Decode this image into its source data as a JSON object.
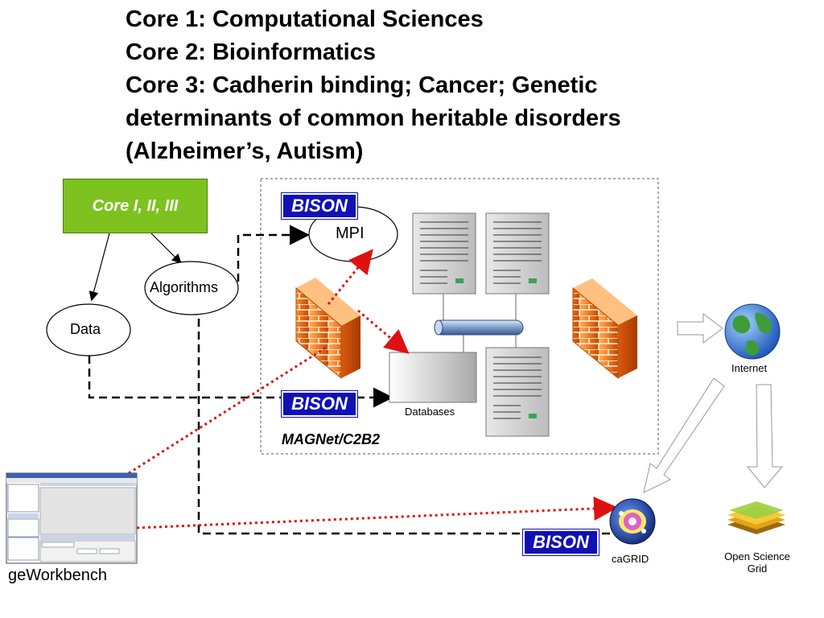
{
  "title_lines": [
    "Core 1: Computational Sciences",
    "Core 2: Bioinformatics",
    "Core 3: Cadherin binding; Cancer; Genetic",
    "determinants of common heritable disorders",
    "(Alzheimer’s, Autism)"
  ],
  "nodes": {
    "core": "Core I, II, III",
    "algorithms": "Algorithms",
    "data": "Data",
    "mpi": "MPI",
    "databases": "Databases",
    "magnet": "MAGNet/C2B2",
    "internet": "Internet",
    "cagrid": "caGRID",
    "osg_line1": "Open Science",
    "osg_line2": "Grid",
    "geworkbench": "geWorkbench"
  },
  "bison_labels": [
    "BISON",
    "BISON",
    "BISON"
  ],
  "colors": {
    "core_green": "#7dc21e",
    "bison_blue": "#1010b8",
    "firewall_orange": "#f07a20",
    "dotted_red": "#dd1111"
  },
  "icons": [
    "firewall-icon",
    "server-icon",
    "globe-icon",
    "cagrid-icon",
    "open-science-grid-icon",
    "geworkbench-screenshot-icon"
  ]
}
